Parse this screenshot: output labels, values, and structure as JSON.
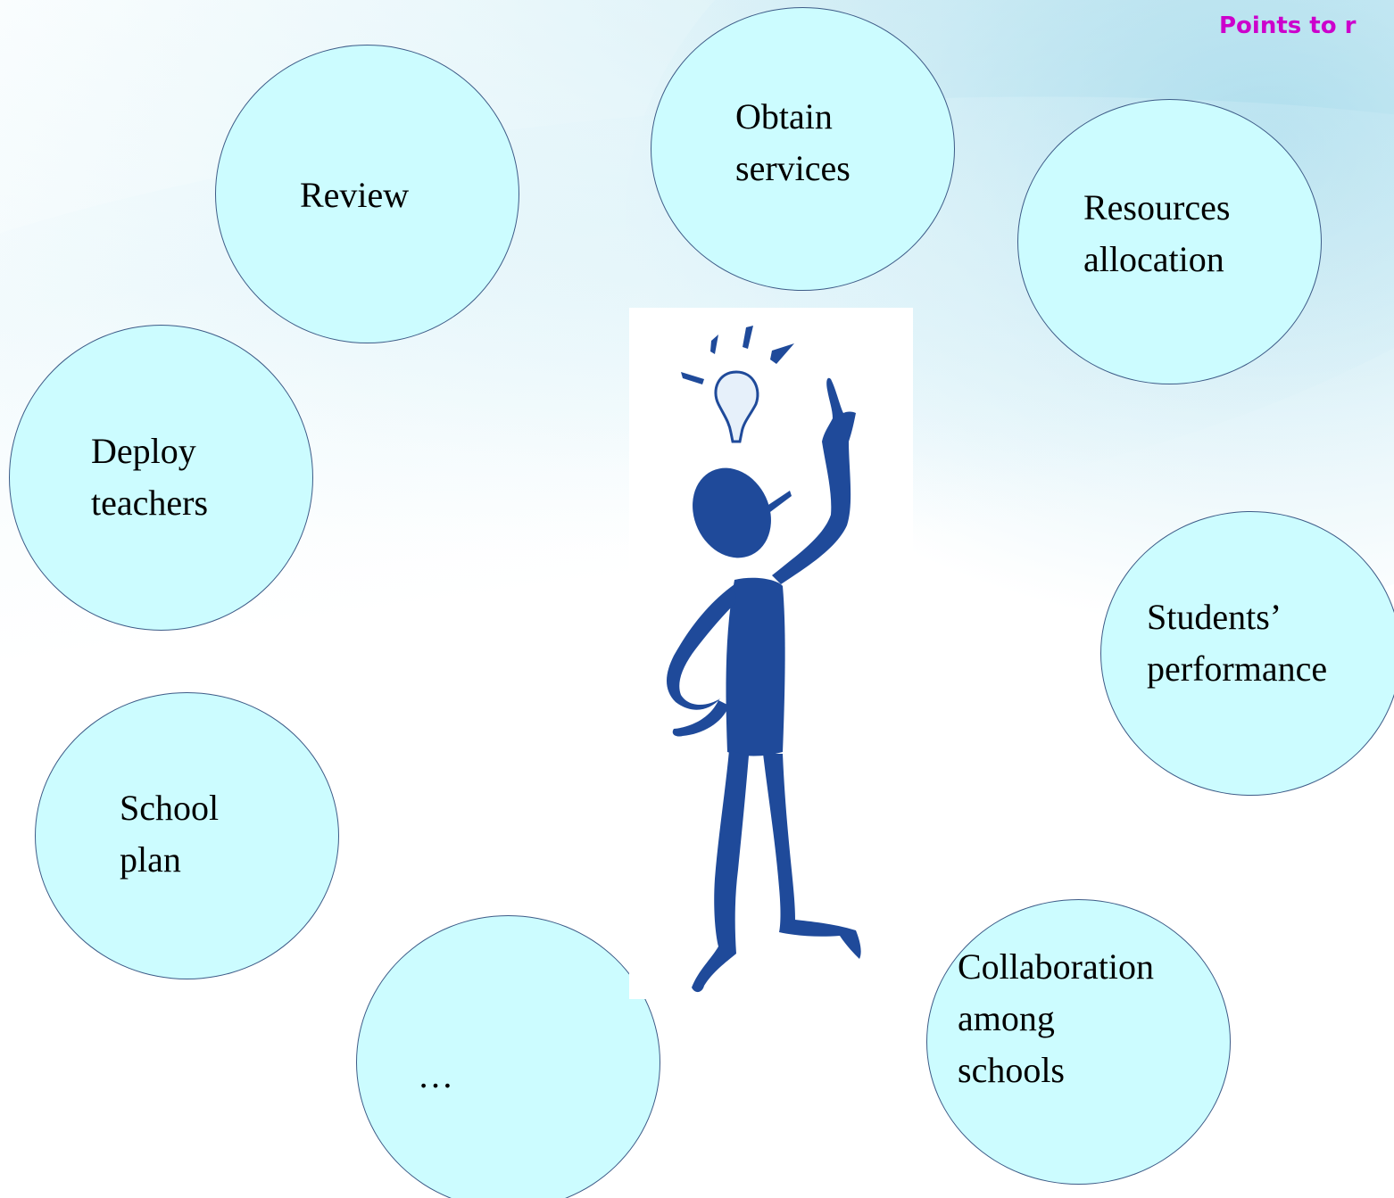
{
  "heading": "Points to r",
  "bubbles": {
    "review": "Review",
    "obtain_services": "Obtain\nservices",
    "resources_allocation": "Resources\nallocation",
    "deploy_teachers": "Deploy\nteachers",
    "students_performance": "Students’\nperformance",
    "school_plan": "School\nplan",
    "collaboration_among_schools": "Collaboration\namong\nschools",
    "more": "…"
  },
  "colors": {
    "bubble_fill": "#ccfcff",
    "bubble_stroke": "#3d5b87",
    "heading": "#cc00cc",
    "figure": "#1f4a9a"
  },
  "illustration": {
    "icon": "thinking-person-with-lightbulb-icon"
  }
}
